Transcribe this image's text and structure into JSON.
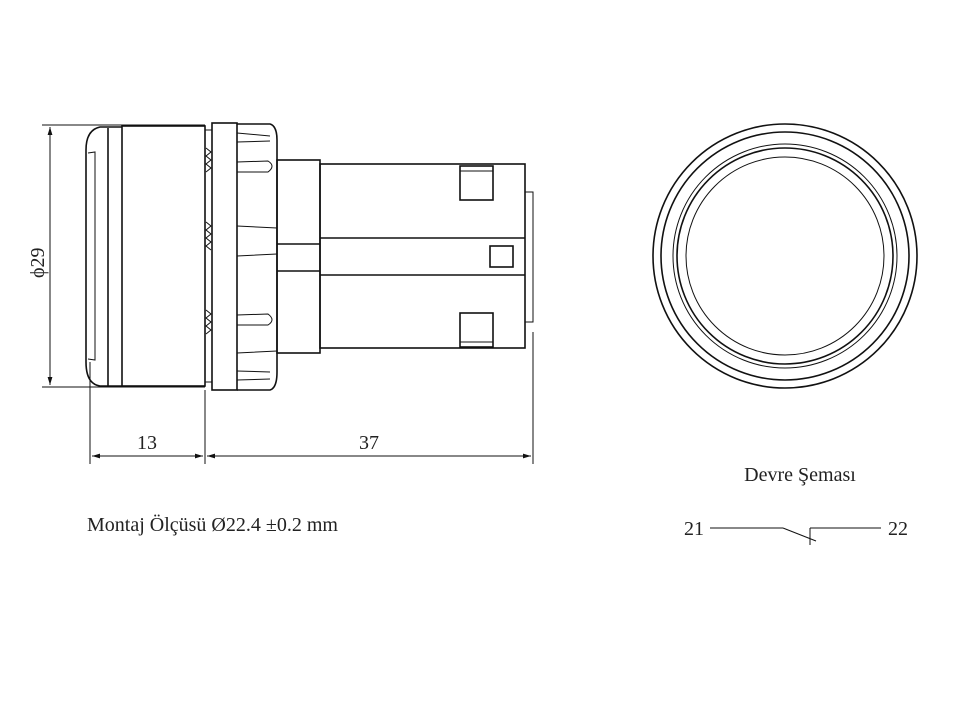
{
  "side_view": {
    "diameter_label": "ϕ29",
    "dim_front": "13",
    "dim_body": "37"
  },
  "mounting_text": "Montaj Ölçüsü Ø22.4 ±0.2 mm",
  "circuit": {
    "title": "Devre Şeması",
    "terminal_left": "21",
    "terminal_right": "22"
  },
  "colors": {
    "line": "#111111",
    "text": "#222222"
  }
}
